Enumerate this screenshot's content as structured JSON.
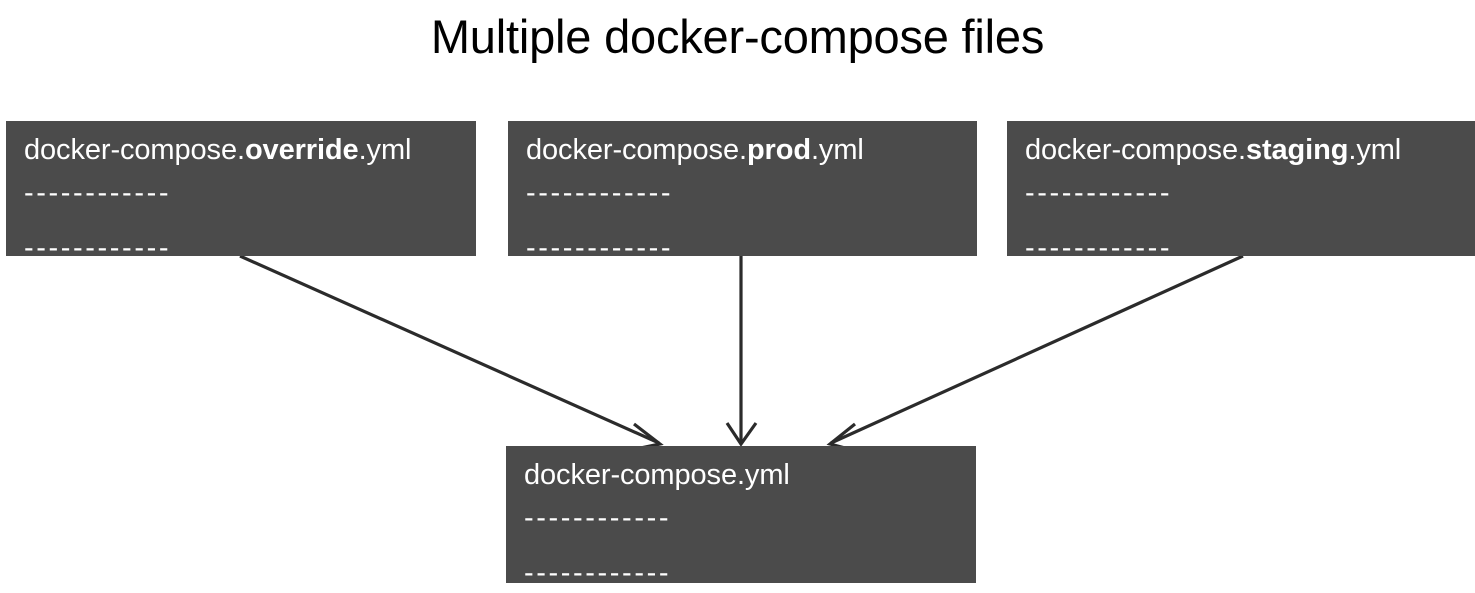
{
  "title": "Multiple docker-compose files",
  "colors": {
    "box_background": "#4b4b4b",
    "box_text": "#ffffff",
    "title_text": "#000000",
    "arrow": "#2b2b2b",
    "page_background": "#ffffff"
  },
  "boxes": {
    "override": {
      "prefix": "docker-compose.",
      "emphasis": "override",
      "suffix": ".yml",
      "line1": "------------",
      "line2": "------------"
    },
    "prod": {
      "prefix": "docker-compose.",
      "emphasis": "prod",
      "suffix": ".yml",
      "line1": "------------",
      "line2": "------------"
    },
    "staging": {
      "prefix": "docker-compose.",
      "emphasis": "staging",
      "suffix": ".yml",
      "line1": "------------",
      "line2": "------------"
    },
    "base": {
      "prefix": "docker-compose.yml",
      "emphasis": "",
      "suffix": "",
      "line1": "------------",
      "line2": "------------"
    }
  },
  "arrows": [
    {
      "from": "override",
      "to": "base"
    },
    {
      "from": "prod",
      "to": "base"
    },
    {
      "from": "staging",
      "to": "base"
    }
  ]
}
